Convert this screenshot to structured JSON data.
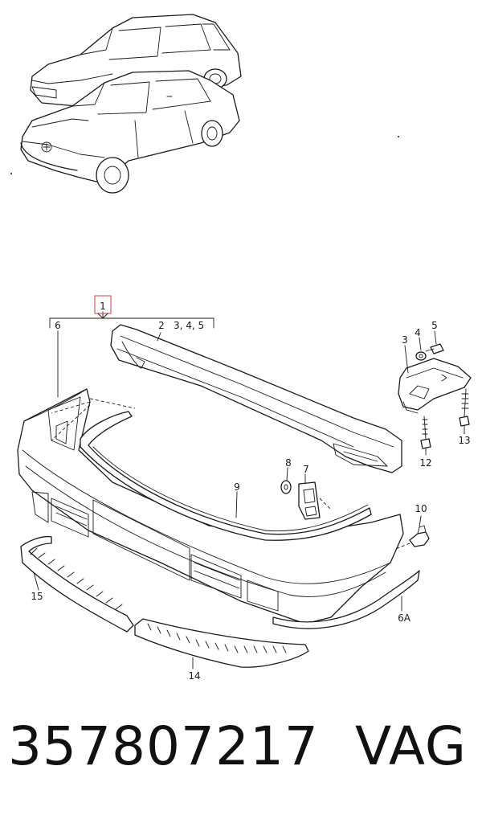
{
  "callouts": {
    "c1": "1",
    "c2": "2",
    "c345": "3, 4, 5",
    "c3": "3",
    "c4": "4",
    "c5": "5",
    "c6": "6",
    "c6a": "6A",
    "c7": "7",
    "c8": "8",
    "c9": "9",
    "c10": "10",
    "c12": "12",
    "c13": "13",
    "c14": "14",
    "c15": "15"
  },
  "footer": {
    "part_number": "357807217",
    "brand": "VAG"
  },
  "colors": {
    "highlight": "#e05a5a",
    "ink": "#1a1a1a"
  }
}
